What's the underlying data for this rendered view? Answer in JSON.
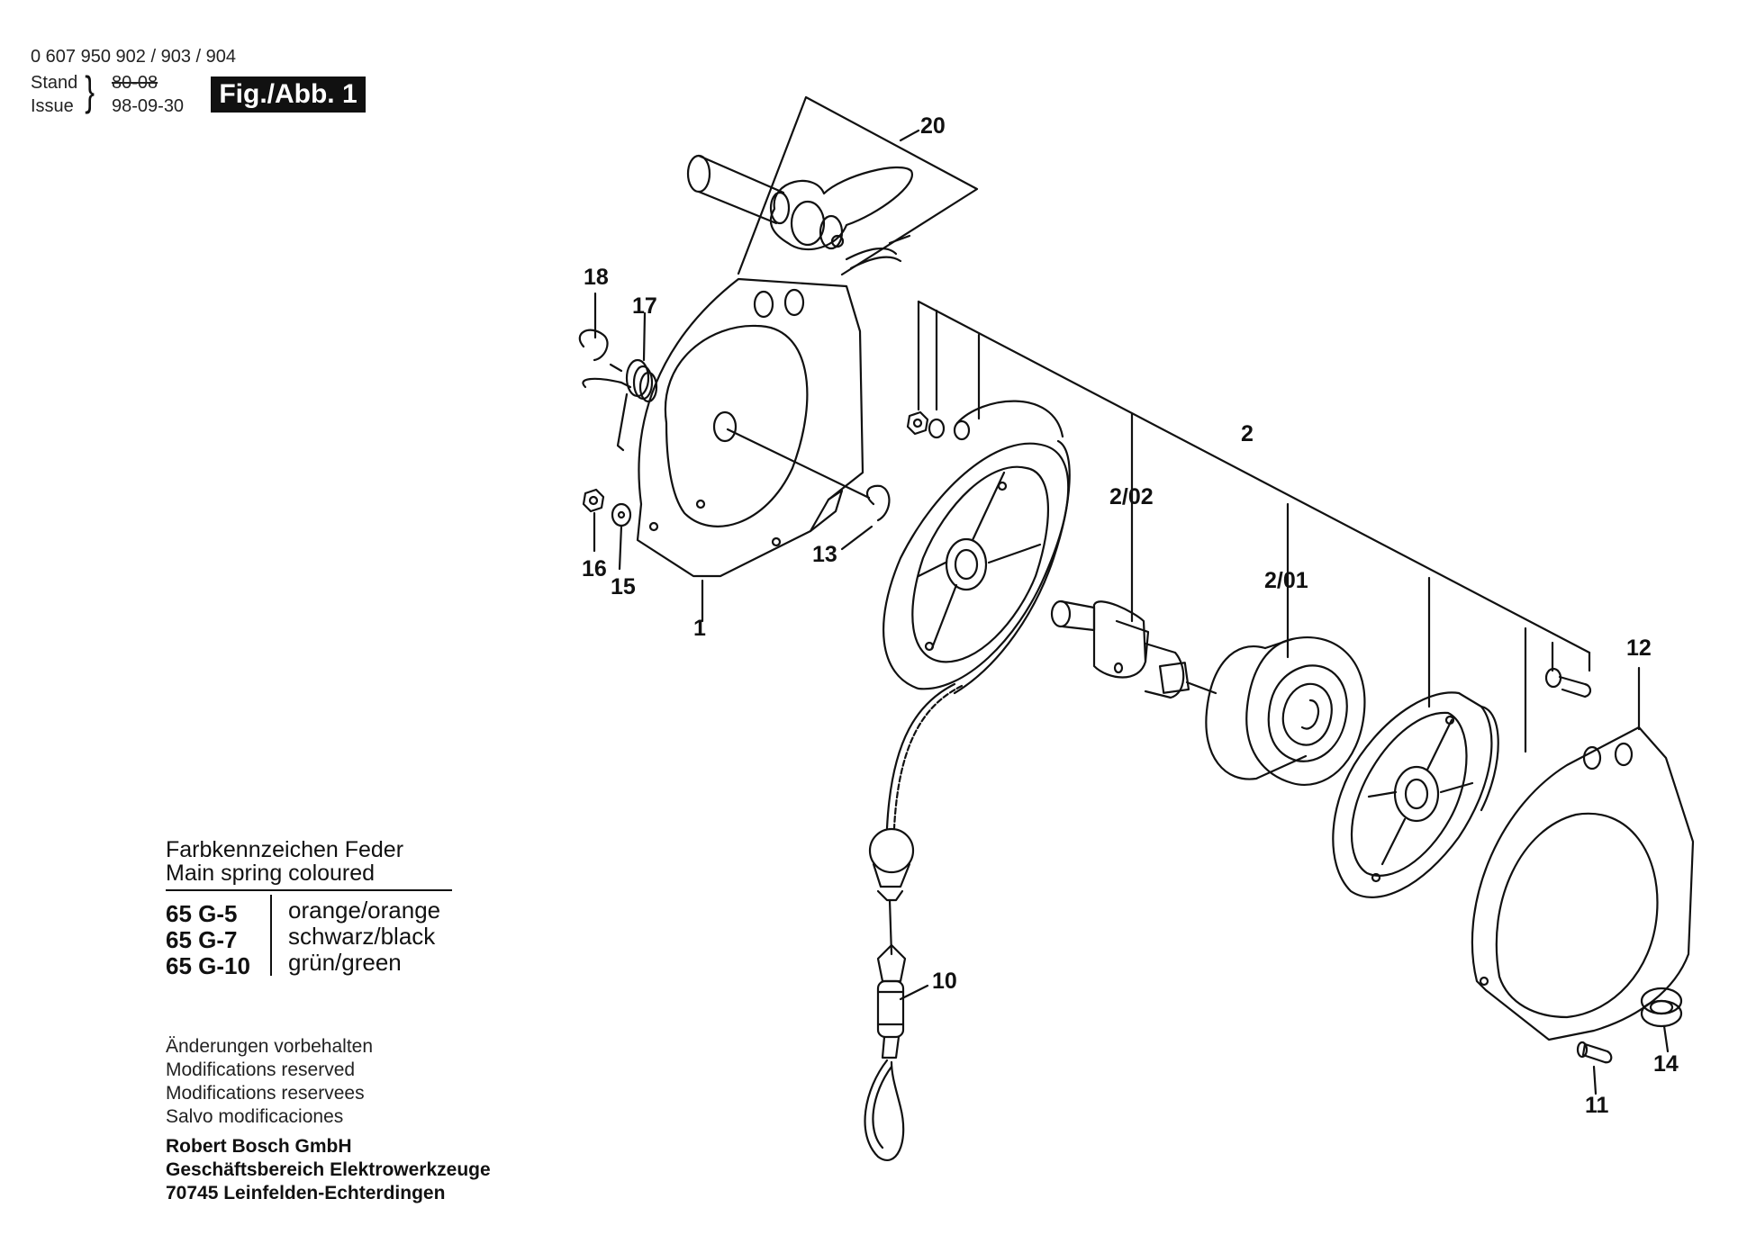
{
  "header": {
    "part_numbers": "0 607 950 902 / 903 / 904",
    "stand_label": "Stand",
    "stand_value": "80-08",
    "issue_label": "Issue",
    "issue_value": "98-09-30",
    "brace": "}",
    "figure_label": "Fig./Abb. 1"
  },
  "callouts": [
    "20",
    "18",
    "17",
    "2",
    "2/02",
    "2/01",
    "16",
    "15",
    "13",
    "1",
    "12",
    "10",
    "14",
    "11"
  ],
  "legend": {
    "title_de": "Farbkennzeichen Feder",
    "title_en": "Main spring coloured",
    "rows": [
      {
        "code": "65 G-5",
        "color": "orange/orange"
      },
      {
        "code": "65 G-7",
        "color": "schwarz/black"
      },
      {
        "code": "65 G-10",
        "color": "grün/green"
      }
    ]
  },
  "notes": [
    "Änderungen vorbehalten",
    "Modifications reserved",
    "Modifications reservees",
    "Salvo modificaciones"
  ],
  "company": [
    "Robert Bosch GmbH",
    "Geschäftsbereich Elektrowerkzeuge",
    "70745 Leinfelden-Echterdingen"
  ]
}
